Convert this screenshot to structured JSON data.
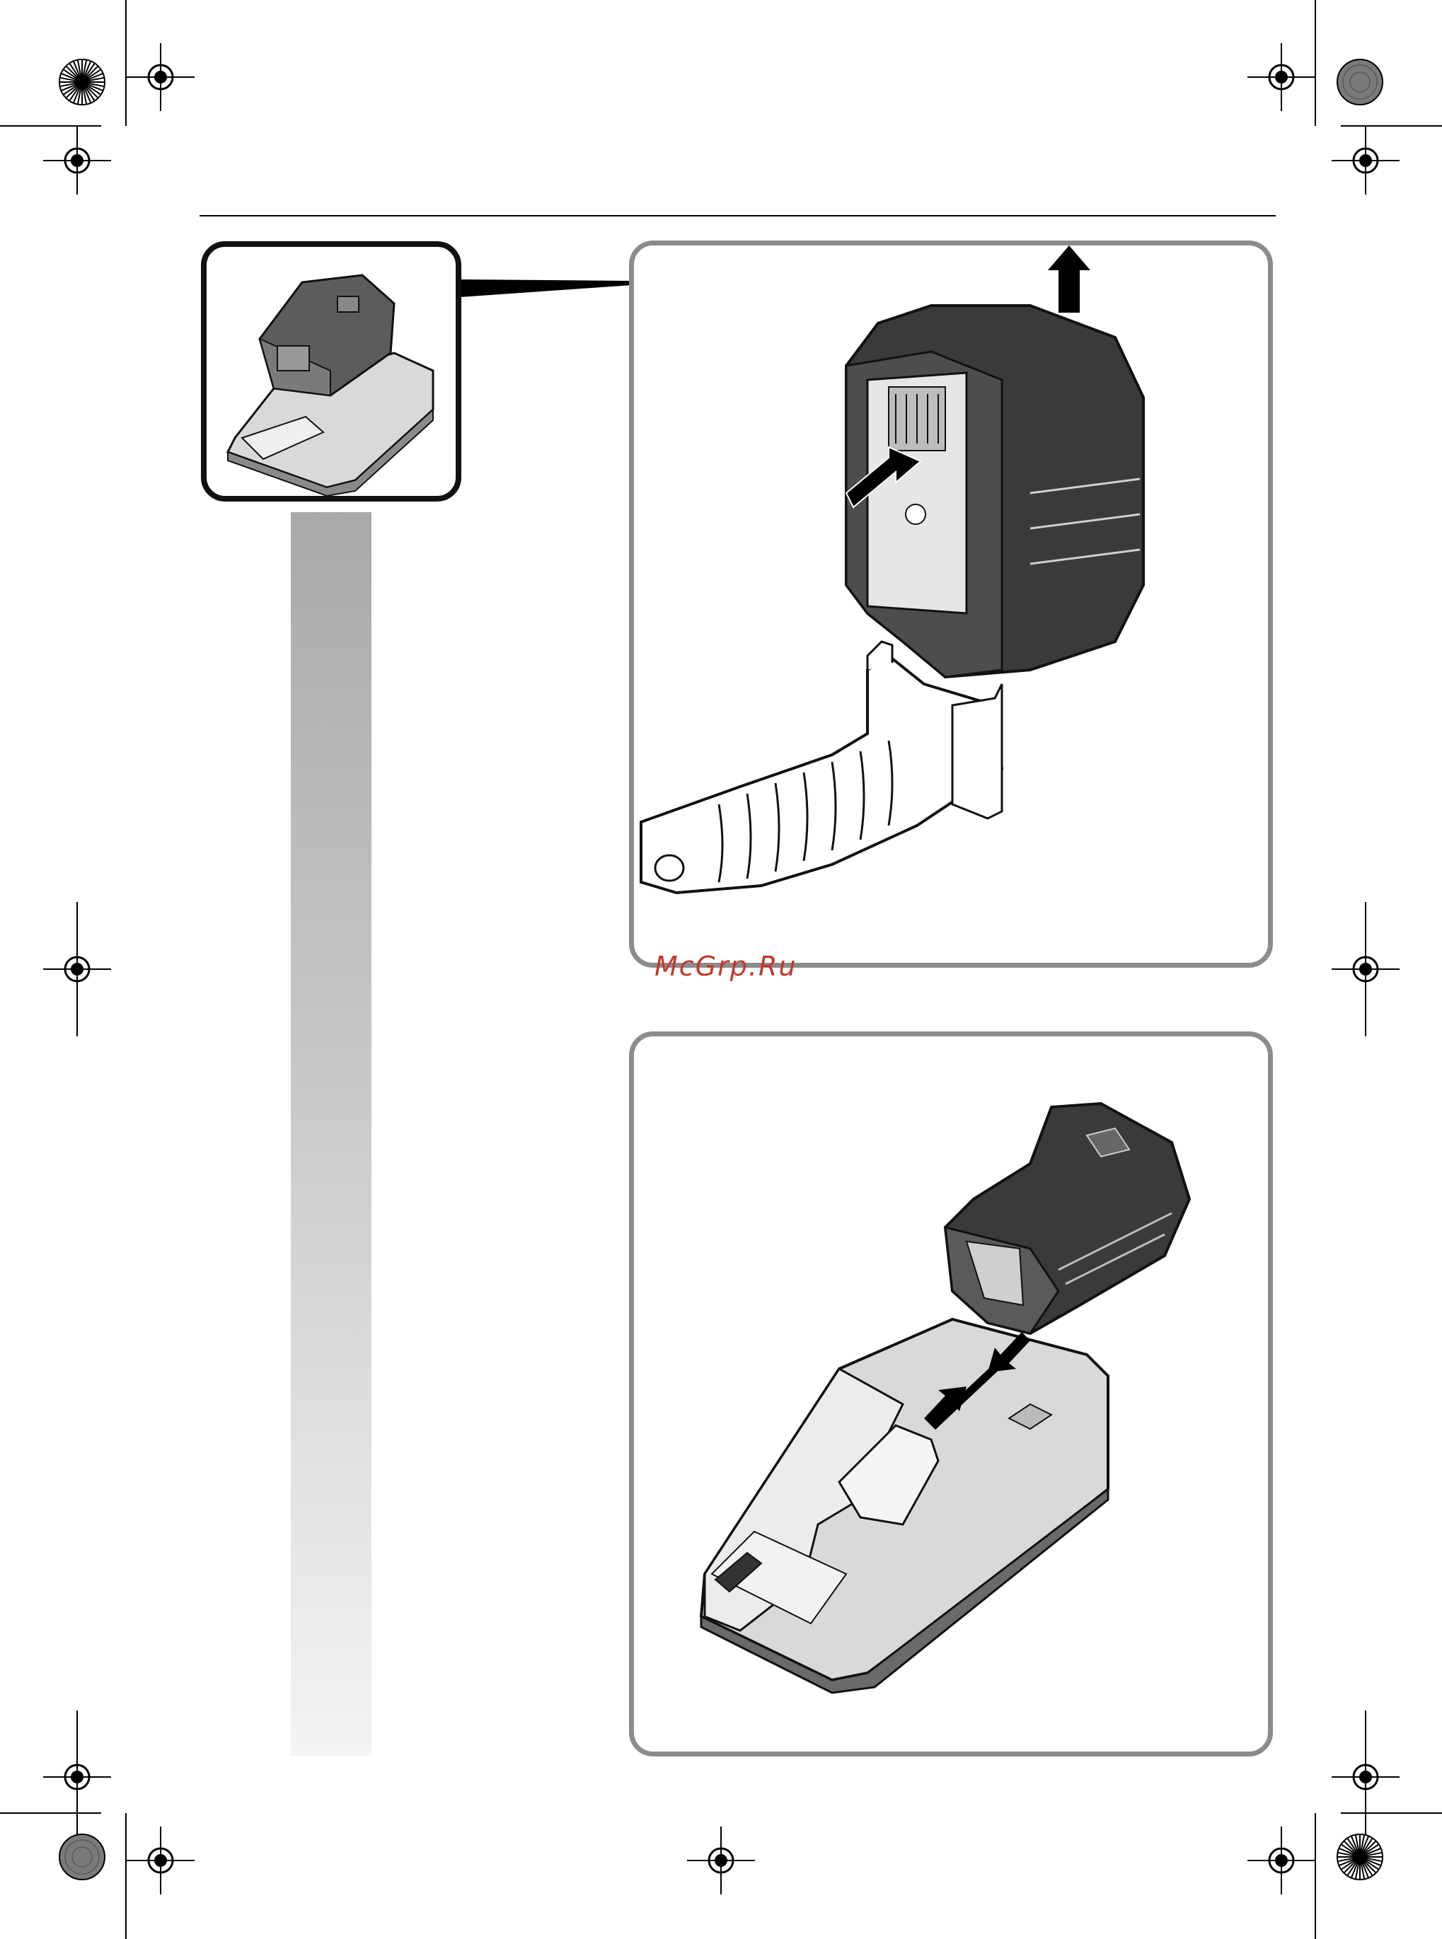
{
  "watermark": {
    "text": "McGrp.Ru"
  },
  "colors": {
    "sidebar_top": "#a9a9a9",
    "sidebar_bottom": "#f4f4f4",
    "panel_border": "#8c8c8c",
    "watermark": "#c0392b",
    "device_dark": "#3a3a3a",
    "device_light": "#d9d9d9"
  },
  "figures": [
    {
      "id": "thumbnail",
      "depicts": "battery-on-charger"
    },
    {
      "id": "figure-1",
      "depicts": "battery-removal-from-tool"
    },
    {
      "id": "figure-2",
      "depicts": "battery-insertion-into-charger"
    }
  ]
}
